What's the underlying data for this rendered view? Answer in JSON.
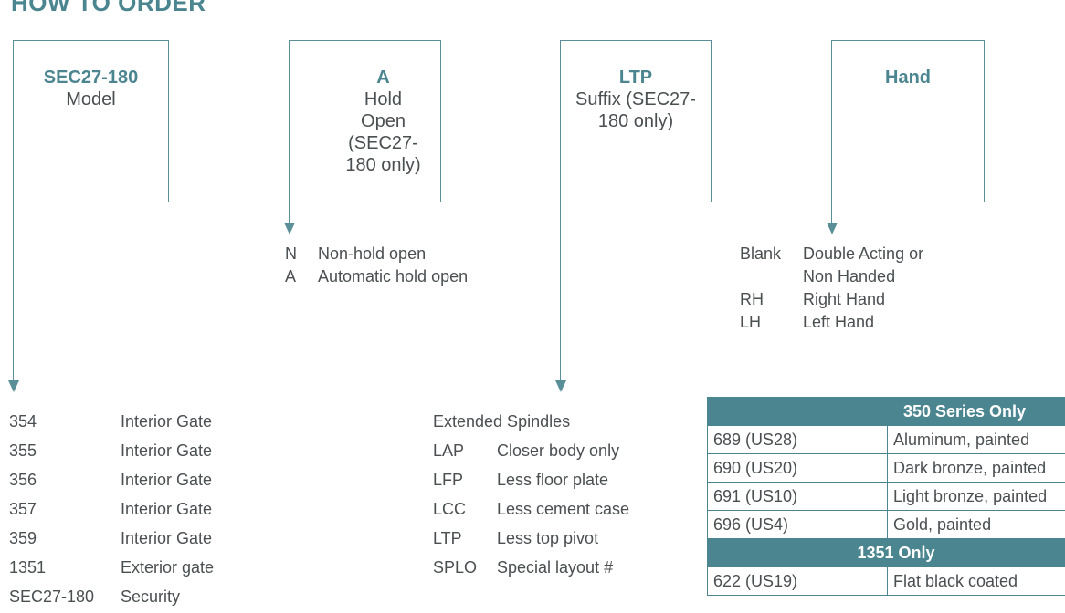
{
  "title": "HOW TO ORDER",
  "columns": [
    {
      "code": "SEC27-180",
      "label": "Model"
    },
    {
      "code": "A",
      "label": "Hold Open (SEC27-180 only)"
    },
    {
      "code": "LTP",
      "label": "Suffix (SEC27-180 only)"
    },
    {
      "code": "Hand",
      "label": ""
    }
  ],
  "hold_open_options": [
    {
      "key": "N",
      "desc": "Non-hold open"
    },
    {
      "key": "A",
      "desc": "Automatic hold open"
    }
  ],
  "hand_options": [
    {
      "key": "Blank",
      "desc": "Double Acting or"
    },
    {
      "key": "",
      "desc": "Non Handed"
    },
    {
      "key": "RH",
      "desc": "Right Hand"
    },
    {
      "key": "LH",
      "desc": "Left Hand"
    }
  ],
  "models": [
    {
      "code": "354",
      "desc": "Interior Gate"
    },
    {
      "code": "355",
      "desc": "Interior Gate"
    },
    {
      "code": "356",
      "desc": "Interior Gate"
    },
    {
      "code": "357",
      "desc": "Interior Gate"
    },
    {
      "code": "359",
      "desc": "Interior Gate"
    },
    {
      "code": "1351",
      "desc": "Exterior gate"
    },
    {
      "code": "SEC27-180",
      "desc": "Security"
    }
  ],
  "suffix_heading": "Extended Spindles",
  "suffix_options": [
    {
      "key": "LAP",
      "desc": "Closer body only"
    },
    {
      "key": "LFP",
      "desc": "Less floor plate"
    },
    {
      "key": "LCC",
      "desc": "Less cement case"
    },
    {
      "key": "LTP",
      "desc": "Less top pivot"
    },
    {
      "key": "SPLO",
      "desc": "Special layout #"
    }
  ],
  "finish_table": {
    "header_350": "350 Series Only",
    "rows_350": [
      {
        "code": "689 (US28)",
        "desc": "Aluminum, painted"
      },
      {
        "code": "690 (US20)",
        "desc": "Dark bronze, painted"
      },
      {
        "code": "691 (US10)",
        "desc": "Light bronze, painted"
      },
      {
        "code": "696 (US4)",
        "desc": "Gold, painted"
      }
    ],
    "header_1351": "1351 Only",
    "rows_1351": [
      {
        "code": "622 (US19)",
        "desc": "Flat black coated"
      }
    ]
  },
  "colors": {
    "accent": "#4a8590",
    "text": "#4a4f52",
    "line": "#5b8f98"
  }
}
